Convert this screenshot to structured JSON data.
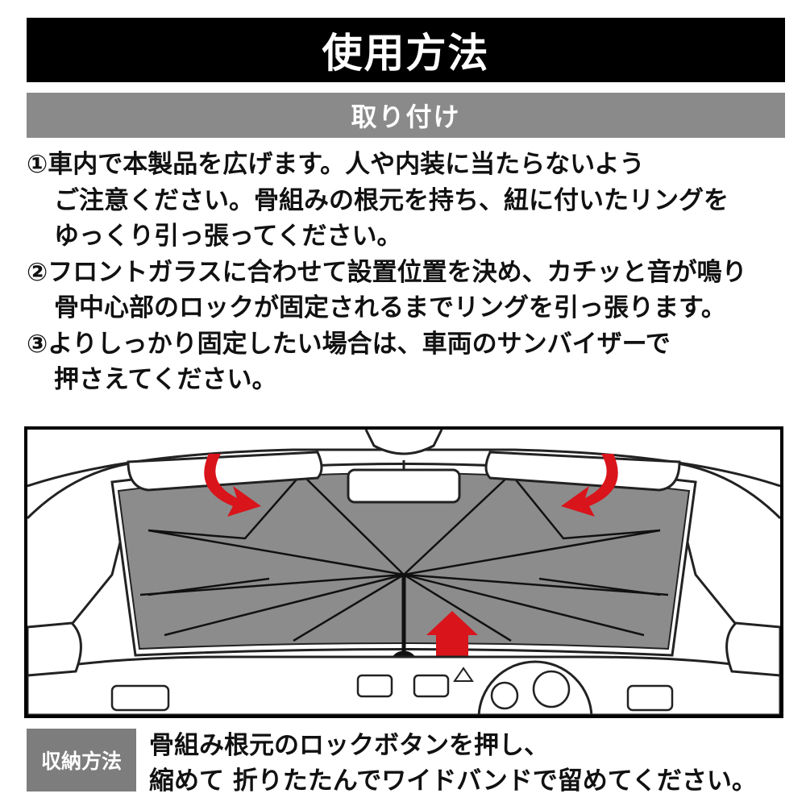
{
  "title": "使用方法",
  "section": "取り付け",
  "steps": [
    {
      "lines": [
        "①車内で本製品を広げます。人や内装に当たらないよう",
        "ご注意ください。骨組みの根元を持ち、紐に付いたリングを",
        "ゆっくり引っ張ってください。"
      ]
    },
    {
      "lines": [
        "②フロントガラスに合わせて設置位置を決め、カチッと音が鳴り",
        "骨中心部のロックが固定されるまでリングを引っ張ります。"
      ]
    },
    {
      "lines": [
        "③よりしっかり固定したい場合は、車両のサンバイザーで",
        "押さえてください。"
      ]
    }
  ],
  "storage": {
    "label": "収納方法",
    "lines": [
      "骨組み根元のロックボタンを押し、",
      "縮めて 折りたたんでワイドバンドで留めてください。"
    ]
  },
  "colors": {
    "title_bg": "#000000",
    "section_bg": "#8a8a8a",
    "shade_fill": "#8c8c8c",
    "arrow_red": "#d9141b",
    "badge_bg": "#7d7d7d"
  }
}
